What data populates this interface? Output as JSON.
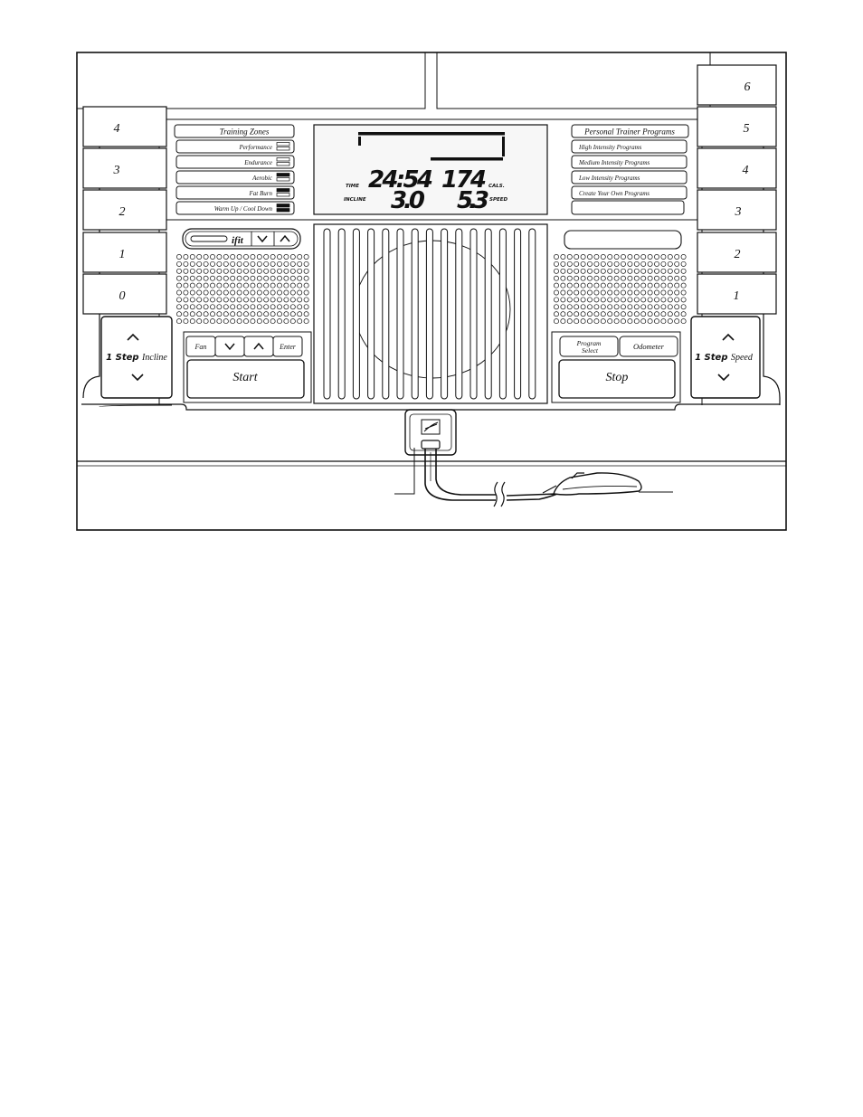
{
  "incline_keys": [
    "4",
    "3",
    "2",
    "1",
    "0"
  ],
  "speed_keys": [
    "6",
    "5",
    "4",
    "3",
    "2",
    "1"
  ],
  "incline_rocker": {
    "bold": "1 Step",
    "label": "Incline"
  },
  "speed_rocker": {
    "bold": "1 Step",
    "label": "Speed"
  },
  "training_zones": {
    "title": "Training Zones",
    "items": [
      "Performance",
      "Endurance",
      "Aerobic",
      "Fat Burn",
      "Warm Up / Cool Down"
    ]
  },
  "trainer_programs": {
    "title": "Personal Trainer Programs",
    "items": [
      "High Intensity Programs",
      "Medium Intensity Programs",
      "Low Intensity Programs",
      "Create Your Own Programs"
    ]
  },
  "display": {
    "time_label": "TIME",
    "time_value": "24:54",
    "cals_value": "174",
    "cals_label": "CALS.",
    "incline_label": "INCLINE",
    "incline_value": "3.0",
    "speed_value": "5.3",
    "speed_label": "SPEED"
  },
  "ifit_logo": "ifit",
  "left_buttons": [
    "Fan",
    "Enter"
  ],
  "start_label": "Start",
  "program_select": [
    "Program",
    "Select"
  ],
  "odometer_label": "Odometer",
  "stop_label": "Stop"
}
